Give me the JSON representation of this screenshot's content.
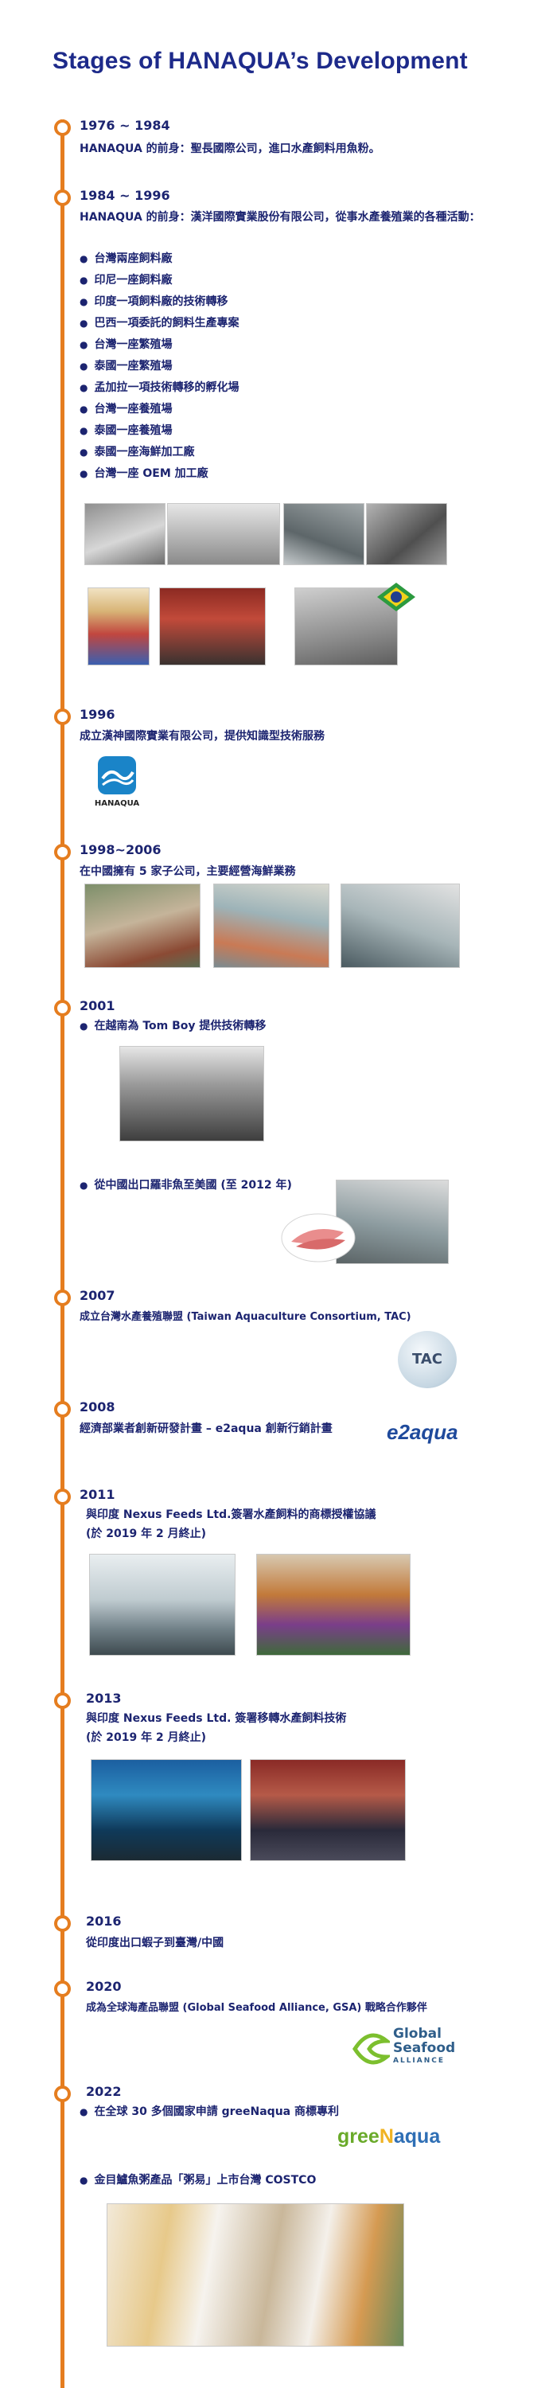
{
  "page": {
    "title": "Stages of HANAQUA’s Development"
  },
  "milestones": {
    "m1976": {
      "year": "1976 ~ 1984",
      "text": "HANAQUA 的前身：聖長國際公司，進口水產飼料用魚粉。"
    },
    "m1984": {
      "year": "1984 ~ 1996",
      "text": "HANAQUA 的前身：漢洋國際實業股份有限公司，從事水產養殖業的各種活動：",
      "items": [
        "台灣兩座飼料廠",
        "印尼一座飼料廠",
        "印度一項飼料廠的技術轉移",
        "巴西一項委託的飼料生產專案",
        "台灣一座繁殖場",
        "泰國一座繁殖場",
        "孟加拉一項技術轉移的孵化場",
        "台灣一座養殖場",
        "泰國一座養殖場",
        "泰國一座海鮮加工廠",
        "台灣一座 OEM 加工廠"
      ]
    },
    "m1996": {
      "year": "1996",
      "text": "成立漢神國際實業有限公司，提供知識型技術服務",
      "logo_text": "HANAQUA"
    },
    "m1998": {
      "year": "1998~2006",
      "text": "在中國擁有 5 家子公司，主要經營海鮮業務"
    },
    "m2001": {
      "year": "2001",
      "item1": "在越南為 Tom Boy 提供技術轉移",
      "item2": "從中國出口羅非魚至美國 (至 2012 年)"
    },
    "m2007": {
      "year": "2007",
      "text": "成立台灣水產養殖聯盟 (Taiwan Aquaculture Consortium, TAC)",
      "logo_text": "TAC"
    },
    "m2008": {
      "year": "2008",
      "text": "經濟部業者創新研發計畫 – e2aqua 創新行銷計畫",
      "logo_text": "e2aqua"
    },
    "m2011": {
      "year": "2011",
      "line1": "與印度 Nexus Feeds Ltd.簽署水產飼料的商標授權協議",
      "line2": "(於 2019 年 2 月終止)"
    },
    "m2013": {
      "year": "2013",
      "line1": "與印度 Nexus Feeds Ltd. 簽署移轉水產飼料技術",
      "line2": "(於 2019 年 2 月終止)"
    },
    "m2016": {
      "year": "2016",
      "text": "從印度出口蝦子到臺灣/中國"
    },
    "m2020": {
      "year": "2020",
      "text": "成為全球海產品聯盟 (Global Seafood Alliance, GSA) 戰略合作夥伴",
      "logo_l1": "Global",
      "logo_l2": "Seafood",
      "logo_l3": "ALLIANCE"
    },
    "m2022": {
      "year": "2022",
      "item1": "在全球 30 多個國家申請 greeNaqua 商標專利",
      "item2": "金目鱸魚粥產品「粥易」上市台灣 COSTCO",
      "logo_a": "gree",
      "logo_b": "N",
      "logo_c": "aqua"
    }
  }
}
